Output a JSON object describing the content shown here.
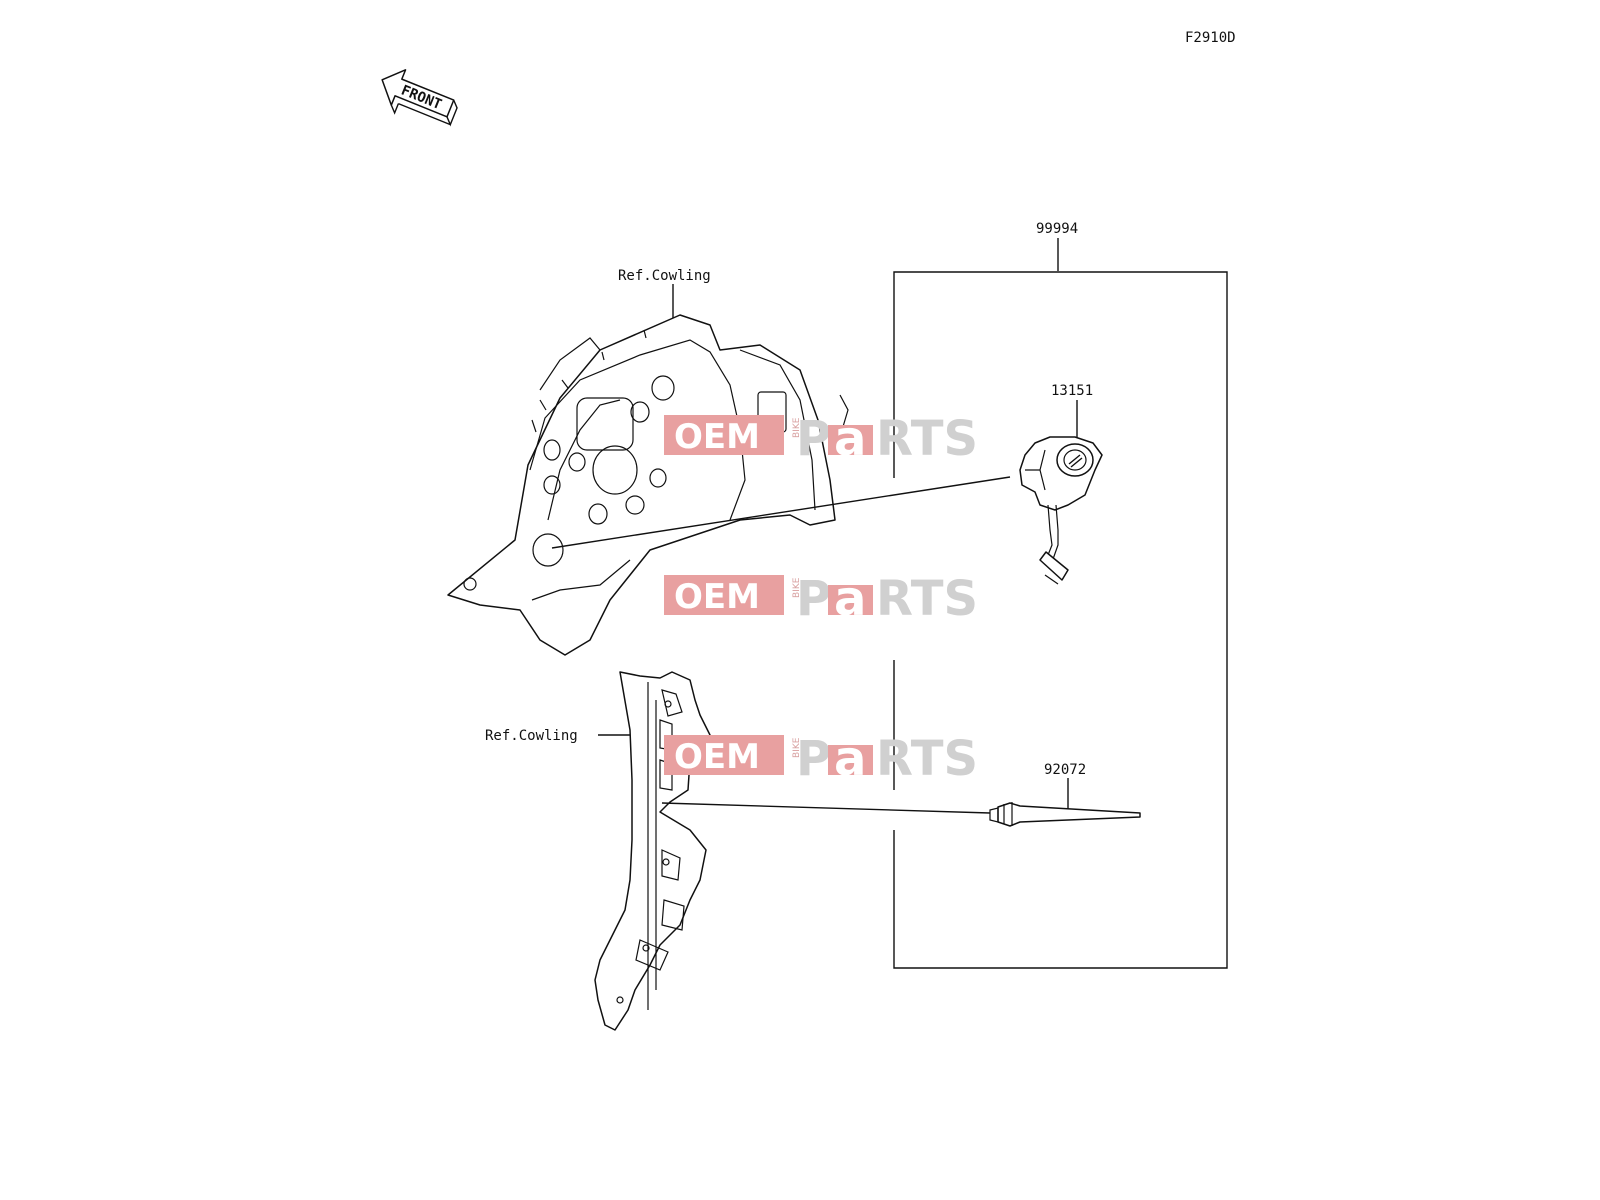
{
  "diagram_code": "F2910D",
  "front_arrow": {
    "label": "FRONT",
    "icon": "front-direction-arrow-icon"
  },
  "callouts": {
    "kit": "99994",
    "socket": "13151",
    "clamp": "92072",
    "ref_upper": "Ref.Cowling",
    "ref_lower": "Ref.Cowling"
  },
  "watermark": {
    "oem": "OEM",
    "bike": "BIKE",
    "p": "P",
    "a": "a",
    "rts": "RTS",
    "color": "#e8a0a0"
  }
}
